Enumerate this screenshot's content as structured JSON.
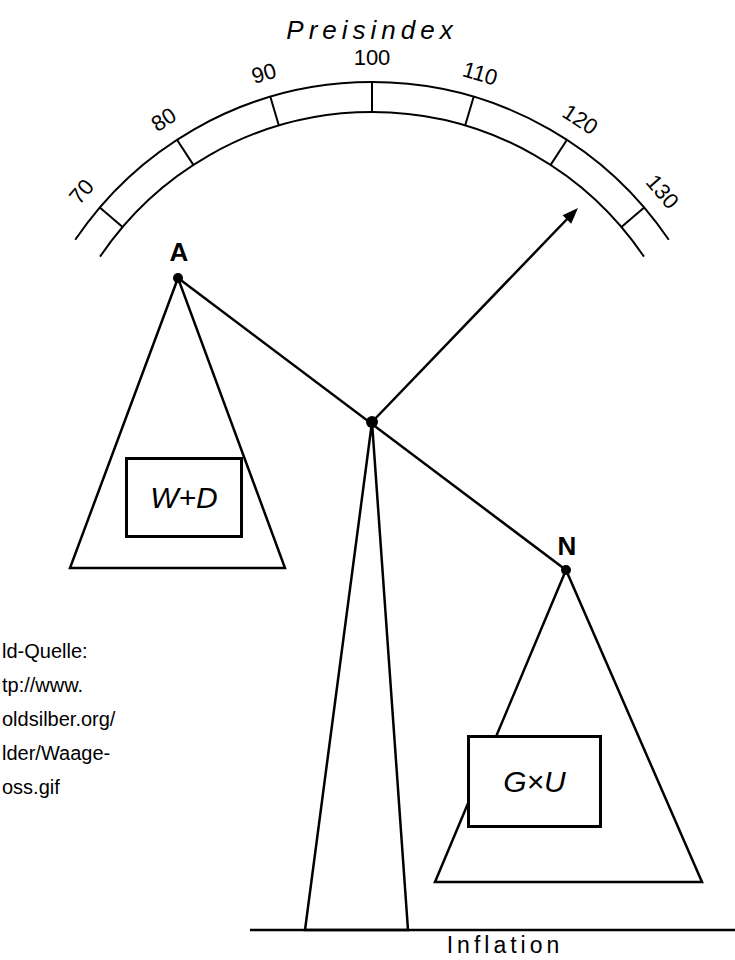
{
  "diagram": {
    "nodes": [
      {
        "text": [
          "W+D"
        ]
      },
      {
        "text": [
          "G×U"
        ]
      }
    ],
    "labels": [
      "Preisindex",
      "70",
      "80",
      "90",
      "100",
      "110",
      "120",
      "130",
      "A",
      "N",
      "ld-Quelle:",
      "tp://www.",
      "oldsilber.org/",
      "lder/Waage-",
      "oss.gif",
      "Inflation"
    ]
  }
}
